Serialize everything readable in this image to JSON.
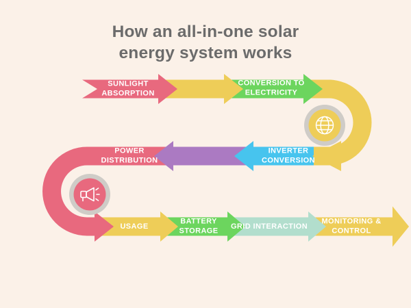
{
  "title": {
    "line1": "How an all-in-one solar",
    "line2": "energy system works"
  },
  "colors": {
    "background": "#fbf1e8",
    "title_text": "#6b6b6b",
    "label_text": "#ffffff",
    "pink": "#e8697e",
    "yellow": "#eecd58",
    "green": "#6cd55e",
    "blue": "#47c4ee",
    "purple": "#ab7ac2",
    "mint": "#b2decd",
    "ring_gray": "#cfccc7",
    "icon_stroke": "#ffffff"
  },
  "flow": {
    "steps": [
      {
        "label": "SUNLIGHT ABSORPTION",
        "color_key": "pink"
      },
      {
        "label": "CONVERSION TO ELECTRICITY",
        "color_key": "green"
      },
      {
        "label": "INVERTER CONVERSION",
        "color_key": "blue"
      },
      {
        "label": "POWER DISTRIBUTION",
        "color_key": "pink"
      },
      {
        "label": "USAGE",
        "color_key": "yellow"
      },
      {
        "label": "BATTERY STORAGE",
        "color_key": "green"
      },
      {
        "label": "GRID INTERACTION",
        "color_key": "mint"
      },
      {
        "label": "MONITORING & CONTROL",
        "color_key": "yellow"
      }
    ],
    "badges": [
      {
        "icon": "globe-icon",
        "on_color_key": "yellow"
      },
      {
        "icon": "megaphone-icon",
        "on_color_key": "pink"
      }
    ]
  }
}
